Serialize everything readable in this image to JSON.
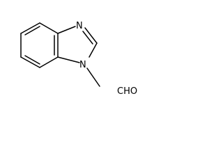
{
  "molecule": {
    "atoms": {
      "n3": "N",
      "n1": "N",
      "formyl": "CHO"
    }
  }
}
